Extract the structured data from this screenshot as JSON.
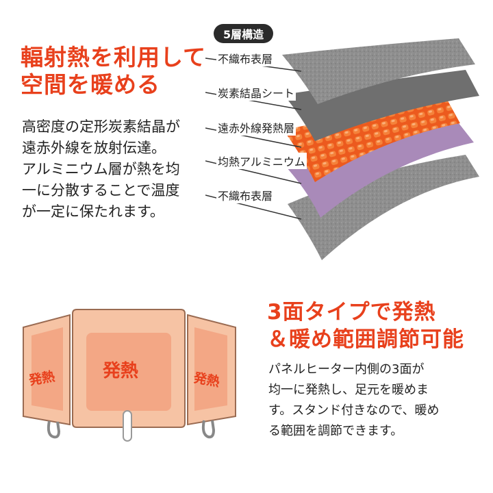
{
  "top": {
    "headline_line1": "輻射熱を利用して",
    "headline_line2": "空間を暖める",
    "body_lines": [
      "高密度の定形炭素結晶が",
      "遠赤外線を放射伝達。",
      "アルミニウム層が熱を均",
      "一に分散することで温度",
      "が一定に保たれます。"
    ]
  },
  "structure": {
    "badge": "5層構造",
    "layers": [
      "不織布表層",
      "炭素結晶シート",
      "遠赤外線発熱層",
      "均熱アルミニウム",
      "不織布表層"
    ]
  },
  "bottom": {
    "headline_line1": "3面タイプで発熱",
    "headline_line2": "＆暖め範囲調節可能",
    "body_lines": [
      "パネルヒーター内側の3面が",
      "均一に発熱し、足元を暖めま",
      "す。スタンド付きなので、暖め",
      "る範囲を調節できます。"
    ]
  },
  "panel": {
    "left_label": "発熱",
    "center_label": "発熱",
    "right_label": "発熱"
  },
  "colors": {
    "accent": "#e8401c",
    "felt": "#8c8c8c",
    "carbon": "#6e6e6e",
    "heater": "#f07030",
    "aluminium": "#a888b8",
    "panel": "#f5c3a5"
  }
}
